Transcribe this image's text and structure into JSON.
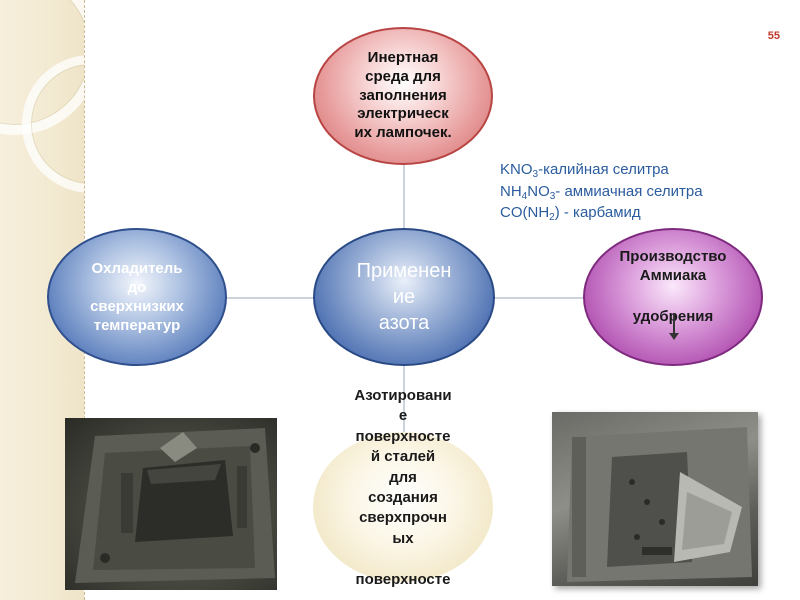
{
  "slide_number": "55",
  "nodes": {
    "top": {
      "lines": [
        "Инертная",
        "среда для",
        "заполнения",
        "электрическ",
        "их лампочек."
      ]
    },
    "center": {
      "lines": [
        "Применен",
        "ие",
        "азота"
      ]
    },
    "left": {
      "lines": [
        "Охладитель",
        "до",
        "сверхнизких",
        "температур"
      ]
    },
    "right": {
      "title": "Производство",
      "subtitle_lines": [
        "Аммиака"
      ],
      "lower": "удобрения"
    },
    "bottom": {
      "lines": [
        "Азотировани",
        "е",
        "поверхносте",
        "й сталей",
        "для",
        "создания",
        "сверхпрочн",
        "ых",
        "",
        "поверхносте"
      ]
    }
  },
  "formulas": [
    {
      "parts": [
        {
          "t": "KNO"
        },
        {
          "s": "3"
        },
        {
          "t": "-калийная селитра"
        }
      ]
    },
    {
      "parts": [
        {
          "t": "NH"
        },
        {
          "s": "4"
        },
        {
          "t": "NO"
        },
        {
          "s": "3"
        },
        {
          "t": "- аммиачная селитра"
        }
      ]
    },
    {
      "parts": [
        {
          "t": "CO(NH"
        },
        {
          "s": "2"
        },
        {
          "t": ") - карбамид"
        }
      ]
    }
  ],
  "colors": {
    "top_node": "#e79a9a",
    "center_node": "#5678b6",
    "left_node": "#5c7fbd",
    "right_node": "#b659b6",
    "bottom_node": "#f1e6c4",
    "formula_text": "#2b5c9e",
    "slide_number": "#c0392b"
  },
  "icons": {
    "arrow": "arrow-down-icon"
  }
}
